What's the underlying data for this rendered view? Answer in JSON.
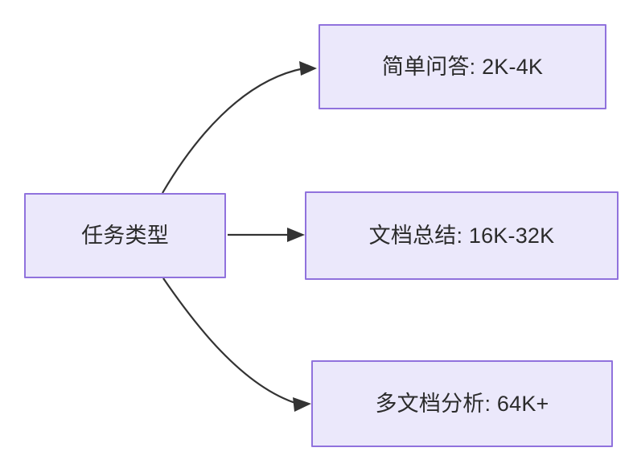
{
  "diagram": {
    "type": "flowchart",
    "direction": "left-to-right",
    "background_color": "#ffffff",
    "node_fill_color": "#ebe8fb",
    "node_border_color": "#9072dd",
    "edge_color": "#333333",
    "text_color": "#2b2b2b",
    "nodes": [
      {
        "id": "source",
        "label": "任务类型",
        "role": "root"
      },
      {
        "id": "simple-qa",
        "label": "简单问答: 2K-4K",
        "role": "leaf"
      },
      {
        "id": "doc-summary",
        "label": "文档总结: 16K-32K",
        "role": "leaf"
      },
      {
        "id": "multi-doc",
        "label": "多文档分析: 64K+",
        "role": "leaf"
      }
    ],
    "edges": [
      {
        "from": "source",
        "to": "simple-qa",
        "style": "curved",
        "arrowhead": "filled-triangle"
      },
      {
        "from": "source",
        "to": "doc-summary",
        "style": "straight",
        "arrowhead": "filled-triangle"
      },
      {
        "from": "source",
        "to": "multi-doc",
        "style": "curved",
        "arrowhead": "filled-triangle"
      }
    ]
  }
}
